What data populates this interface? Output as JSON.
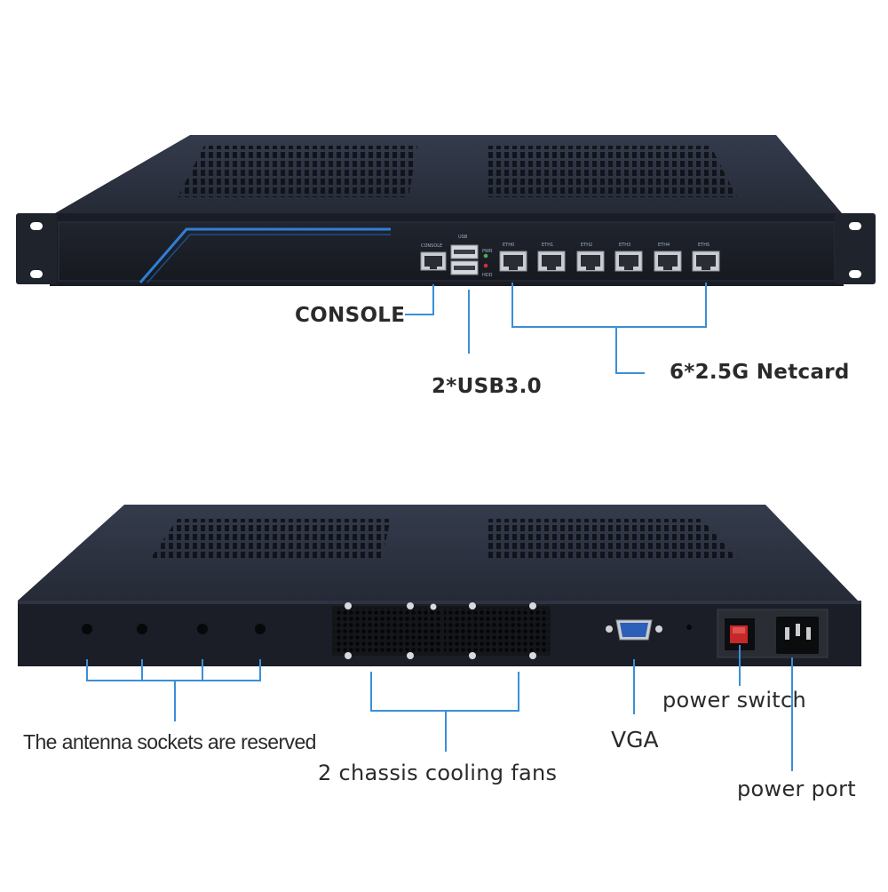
{
  "colors": {
    "chassis_top": "#2b3140",
    "chassis_front": "#1c2029",
    "accent_blue": "#2f7fd6",
    "callout_line": "#3a8fd8",
    "label_text": "#2a2a2a"
  },
  "front_panel": {
    "port_labels": {
      "console": "CONSOLE",
      "usb": "USB",
      "pwr": "PWR",
      "hdd": "HDD",
      "eth": [
        "ETH0",
        "ETH1",
        "ETH2",
        "ETH3",
        "ETH4",
        "ETH5"
      ]
    },
    "callouts": {
      "console": "CONSOLE",
      "usb": "2*USB3.0",
      "netcard": "6*2.5G Netcard"
    }
  },
  "rear_panel": {
    "callouts": {
      "antenna": "The antenna sockets are reserved",
      "fans": "2 chassis cooling fans",
      "vga": "VGA",
      "power_switch": "power switch",
      "power_port": "power port"
    }
  }
}
